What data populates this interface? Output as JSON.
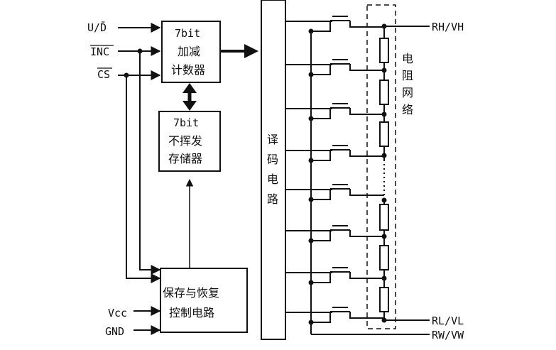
{
  "inputs": {
    "ud": "U/D̄",
    "inc": "INC",
    "cs": "CS",
    "vcc": "Vcc",
    "gnd": "GND"
  },
  "blocks": {
    "counter": {
      "line1": "7bit",
      "line2": "加减",
      "line3": "计数器"
    },
    "memory": {
      "line1": "7bit",
      "line2": "不挥发",
      "line3": "存储器"
    },
    "control": {
      "line1": "保存与恢复",
      "line2": "控制电路"
    }
  },
  "decoder": {
    "chars": [
      "译",
      "码",
      "电",
      "路"
    ]
  },
  "network": {
    "chars": [
      "电",
      "阻",
      "网",
      "络"
    ]
  },
  "outputs": {
    "rh": "RH/VH",
    "rl": "RL/VL",
    "rw": "RW/VW"
  }
}
